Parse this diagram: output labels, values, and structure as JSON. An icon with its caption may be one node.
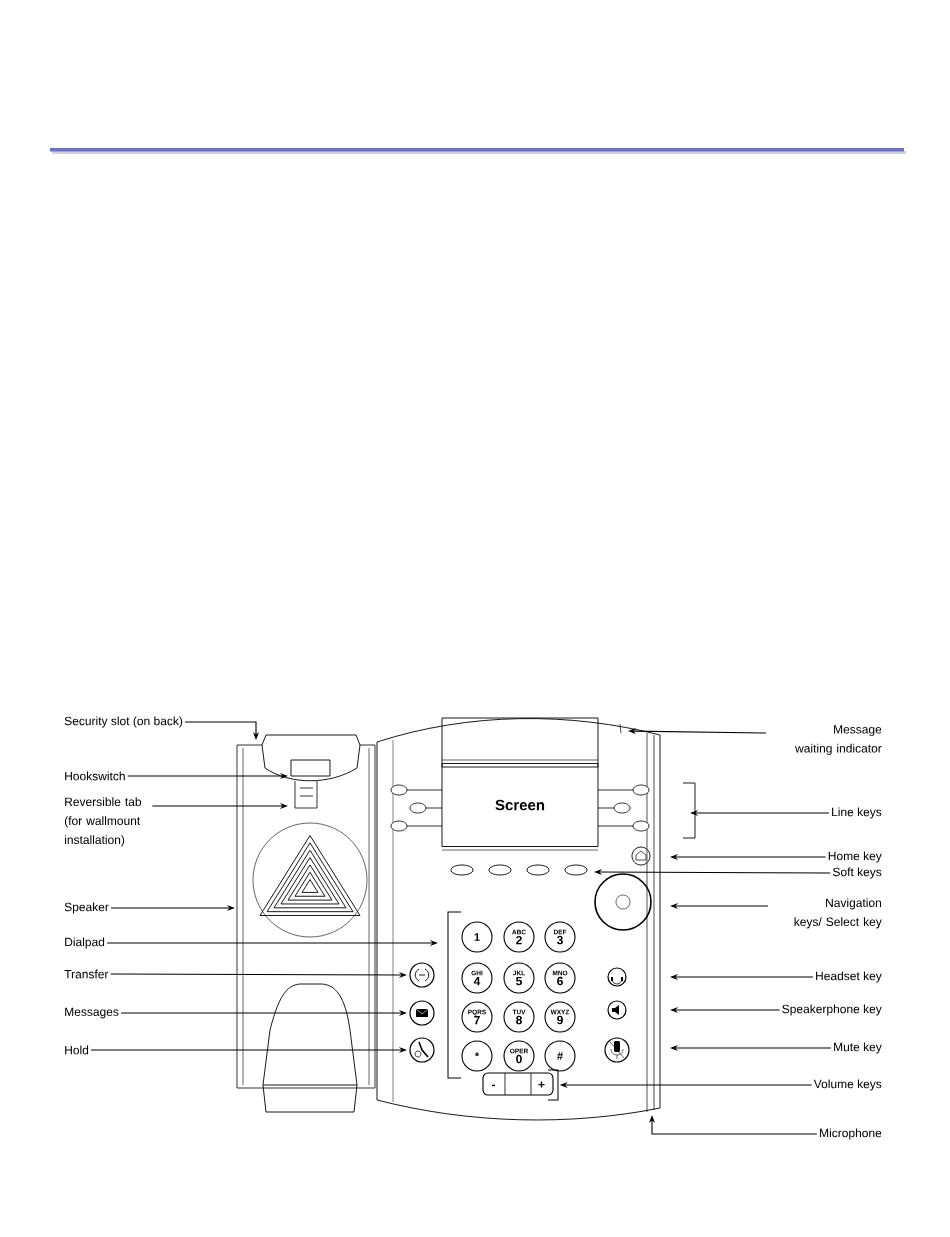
{
  "diagram": {
    "nodes": [
      {
        "text": [
          "Screen"
        ]
      },
      {
        "text": [
          "Security slot (on back)"
        ]
      },
      {
        "text": [
          "Hookswitch"
        ]
      },
      {
        "text": [
          "Reversible tab (for wallmount installation)"
        ]
      },
      {
        "text": [
          "Speaker"
        ]
      },
      {
        "text": [
          "Dialpad"
        ]
      },
      {
        "text": [
          "Transfer"
        ]
      },
      {
        "text": [
          "Messages"
        ]
      },
      {
        "text": [
          "Hold"
        ]
      },
      {
        "text": [
          "Message waiting indicator"
        ]
      },
      {
        "text": [
          "Line keys"
        ]
      },
      {
        "text": [
          "Home key"
        ]
      },
      {
        "text": [
          "Soft keys"
        ]
      },
      {
        "text": [
          "Navigation keys/ Select key"
        ]
      },
      {
        "text": [
          "Headset key"
        ]
      },
      {
        "text": [
          "Speakerphone key"
        ]
      },
      {
        "text": [
          "Mute key"
        ]
      },
      {
        "text": [
          "Volume keys"
        ]
      },
      {
        "text": [
          "Microphone"
        ]
      },
      {
        "text": [
          "-",
          "+"
        ]
      }
    ],
    "edges": [
      {
        "from": 1,
        "to": null,
        "arrow": "to"
      },
      {
        "from": 2,
        "to": null,
        "arrow": "to"
      },
      {
        "from": 3,
        "to": null,
        "arrow": "to"
      },
      {
        "from": 4,
        "to": null,
        "arrow": "to"
      },
      {
        "from": 5,
        "to": null,
        "arrow": "to"
      },
      {
        "from": 6,
        "to": null,
        "arrow": "to"
      },
      {
        "from": 7,
        "to": null,
        "arrow": "to"
      },
      {
        "from": 8,
        "to": null,
        "arrow": "to"
      },
      {
        "from": 9,
        "to": null,
        "arrow": "to"
      },
      {
        "from": 10,
        "to": null,
        "arrow": "to"
      },
      {
        "from": 11,
        "to": null,
        "arrow": "to"
      },
      {
        "from": 12,
        "to": null,
        "arrow": "to"
      },
      {
        "from": 13,
        "to": null,
        "arrow": "to"
      },
      {
        "from": 14,
        "to": null,
        "arrow": "to"
      },
      {
        "from": 15,
        "to": null,
        "arrow": "to"
      },
      {
        "from": 16,
        "to": null,
        "arrow": "to"
      },
      {
        "from": 17,
        "to": 19,
        "arrow": "to"
      },
      {
        "from": 18,
        "to": null,
        "arrow": "to"
      }
    ],
    "labels": [
      "1",
      "ABC",
      "2",
      "DEF",
      "3",
      "GHI",
      "4",
      "JKL",
      "5",
      "MNO",
      "6",
      "PQRS",
      "7",
      "TUV",
      "8",
      "WXYZ",
      "9",
      "*",
      "OPER",
      "0",
      "#"
    ]
  }
}
